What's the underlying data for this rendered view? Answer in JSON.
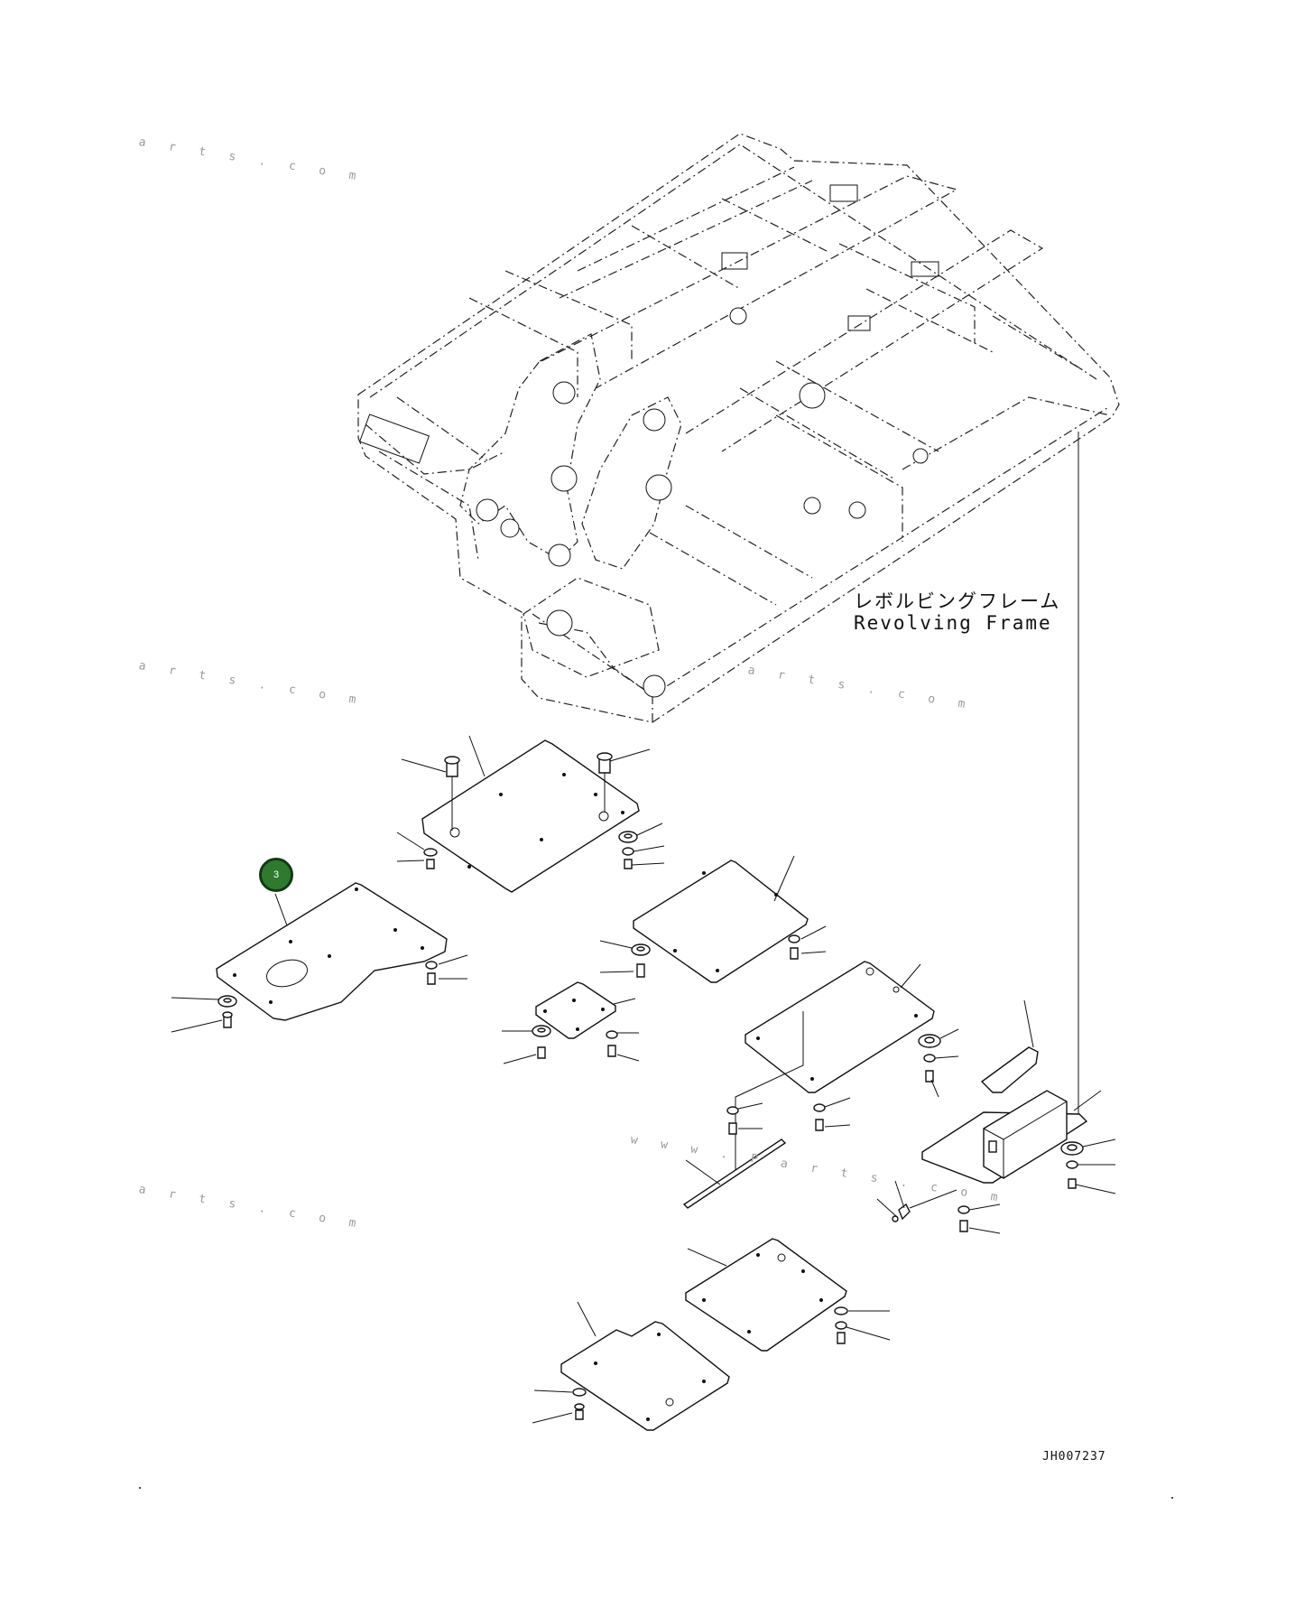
{
  "frame_label": {
    "japanese": "レボルビングフレーム",
    "english": "Revolving Frame"
  },
  "drawing_number": "JH007237",
  "callouts": [
    {
      "number": "3",
      "color": "#2f7a2f"
    }
  ],
  "watermarks": [
    "a r t s . c o m",
    "a r t s . c o m",
    "a r t s . c o m",
    "a r t s . c o m",
    "w w w . P a r t s . c o m"
  ]
}
